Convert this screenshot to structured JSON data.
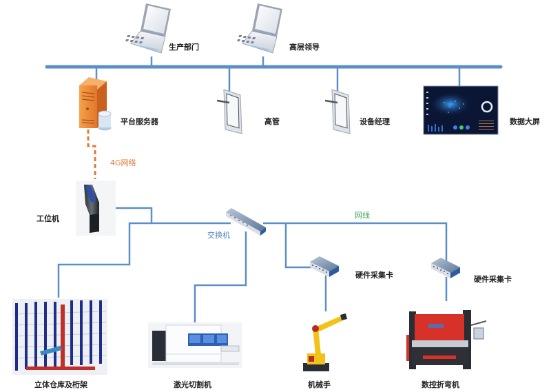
{
  "title": "生产管理系统网络架构图",
  "colors": {
    "line": "#5b8fc8",
    "dashed": "#e07b3a",
    "label_4g": "#e07b3a",
    "label_network": "#3aa55c",
    "label_switch": "#4a7fbf",
    "text": "#222222"
  },
  "nodes": {
    "production_dept": {
      "label": "生产部门",
      "icon": "laptop-icon"
    },
    "senior_leadership": {
      "label": "高层领导",
      "icon": "laptop-icon"
    },
    "platform_server": {
      "label": "平台服务器",
      "icon": "server-icon"
    },
    "executive": {
      "label": "高管",
      "icon": "tablet-icon"
    },
    "equipment_manager": {
      "label": "设备经理",
      "icon": "tablet-icon"
    },
    "big_data_screen": {
      "label": "数据大屏",
      "icon": "dashboard-monitor-icon"
    },
    "workstation": {
      "label": "工位机",
      "icon": "kiosk-icon"
    },
    "switch": {
      "label": "交换机",
      "icon": "network-switch-icon"
    },
    "acq_card_1": {
      "label": "硬件采集卡",
      "icon": "acquisition-card-icon"
    },
    "acq_card_2": {
      "label": "硬件采集卡",
      "icon": "acquisition-card-icon"
    },
    "warehouse": {
      "label": "立体仓库及桁架",
      "icon": "warehouse-rack-icon"
    },
    "laser_cutter": {
      "label": "激光切割机",
      "icon": "laser-cutter-icon"
    },
    "robot_arm": {
      "label": "机械手",
      "icon": "robot-arm-icon"
    },
    "press_brake": {
      "label": "数控折弯机",
      "icon": "press-brake-icon"
    }
  },
  "links": {
    "four_g": "4G网络",
    "ethernet": "网线"
  }
}
